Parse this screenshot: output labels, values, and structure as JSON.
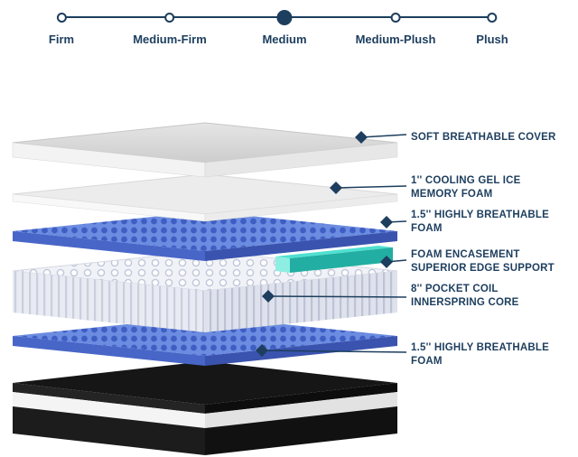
{
  "colors": {
    "navy": "#1d3e5e",
    "teal": "#2fd1c2",
    "foam_blue": "#4866c8",
    "base_black": "#161616"
  },
  "firmness_selector": {
    "options": [
      {
        "label": "Firm",
        "selected": false
      },
      {
        "label": "Medium-Firm",
        "selected": false
      },
      {
        "label": "Medium",
        "selected": true
      },
      {
        "label": "Medium-Plush",
        "selected": false
      },
      {
        "label": "Plush",
        "selected": false
      }
    ]
  },
  "layer_labels": [
    {
      "text": "SOFT BREATHABLE COVER"
    },
    {
      "text": "1'' COOLING GEL ICE\nMEMORY FOAM"
    },
    {
      "text": "1.5'' HIGHLY BREATHABLE\nFOAM"
    },
    {
      "text": "FOAM ENCASEMENT\nSUPERIOR EDGE SUPPORT"
    },
    {
      "text": "8'' POCKET COIL\nINNERSPRING CORE"
    },
    {
      "text": "1.5'' HIGHLY BREATHABLE\nFOAM"
    }
  ]
}
